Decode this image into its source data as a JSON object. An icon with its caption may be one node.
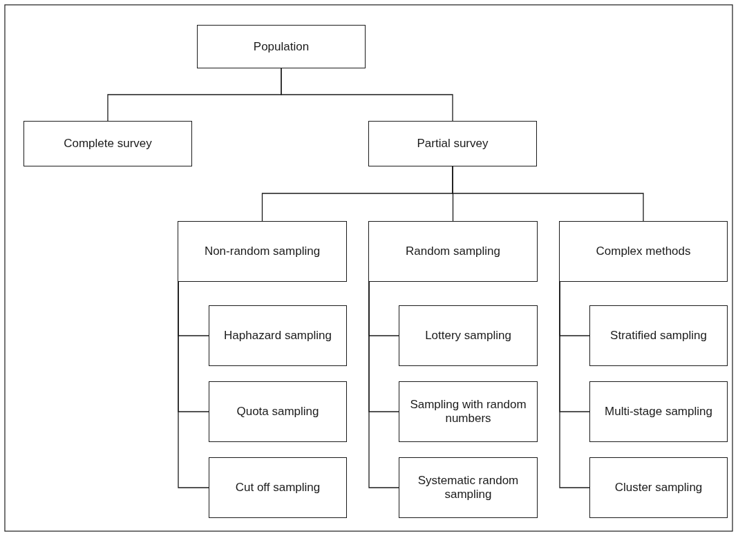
{
  "diagram": {
    "nodes": [
      {
        "text": [
          "Population"
        ]
      },
      {
        "text": [
          "Complete survey"
        ]
      },
      {
        "text": [
          "Partial survey"
        ]
      },
      {
        "text": [
          "Non-random sampling"
        ]
      },
      {
        "text": [
          "Random sampling"
        ]
      },
      {
        "text": [
          "Complex methods"
        ]
      },
      {
        "text": [
          "Haphazard sampling"
        ]
      },
      {
        "text": [
          "Quota sampling"
        ]
      },
      {
        "text": [
          "Cut off sampling"
        ]
      },
      {
        "text": [
          "Lottery sampling"
        ]
      },
      {
        "text": [
          "Sampling with random numbers"
        ]
      },
      {
        "text": [
          "Systematic random sampling"
        ]
      },
      {
        "text": [
          "Stratified sampling"
        ]
      },
      {
        "text": [
          "Multi-stage sampling"
        ]
      },
      {
        "text": [
          "Cluster sampling"
        ]
      }
    ],
    "edges": [
      {
        "from": 0,
        "to": 1,
        "arrow": "none"
      },
      {
        "from": 0,
        "to": 2,
        "arrow": "none"
      },
      {
        "from": 2,
        "to": 3,
        "arrow": "none"
      },
      {
        "from": 2,
        "to": 4,
        "arrow": "none"
      },
      {
        "from": 2,
        "to": 5,
        "arrow": "none"
      },
      {
        "from": 3,
        "to": 6,
        "arrow": "none"
      },
      {
        "from": 3,
        "to": 7,
        "arrow": "none"
      },
      {
        "from": 3,
        "to": 8,
        "arrow": "none"
      },
      {
        "from": 4,
        "to": 9,
        "arrow": "none"
      },
      {
        "from": 4,
        "to": 10,
        "arrow": "none"
      },
      {
        "from": 4,
        "to": 11,
        "arrow": "none"
      },
      {
        "from": 5,
        "to": 12,
        "arrow": "none"
      },
      {
        "from": 5,
        "to": 13,
        "arrow": "none"
      },
      {
        "from": 5,
        "to": 14,
        "arrow": "none"
      }
    ]
  }
}
